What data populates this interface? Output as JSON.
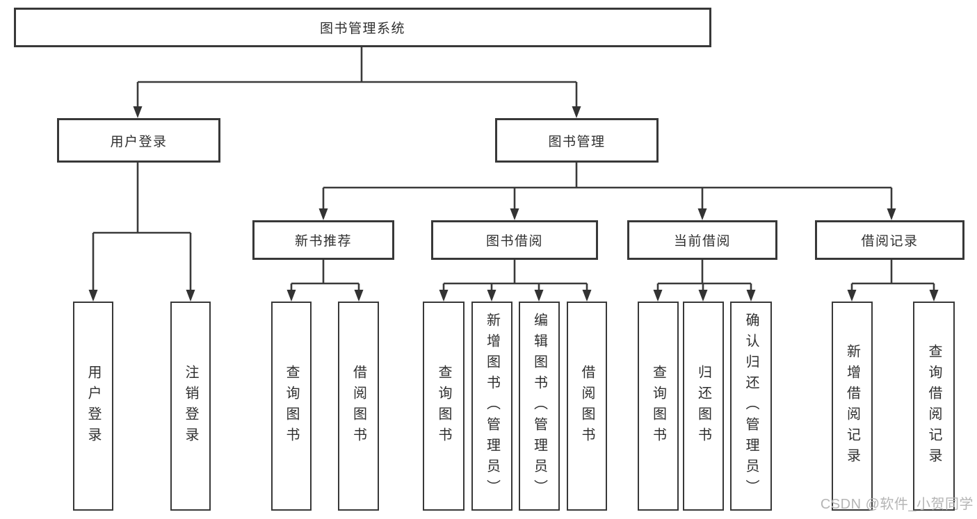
{
  "tree": {
    "root": {
      "label": "图书管理系统",
      "children": [
        {
          "label": "用户登录",
          "children": [
            {
              "label": "用户登录"
            },
            {
              "label": "注销登录"
            }
          ]
        },
        {
          "label": "图书管理",
          "children": [
            {
              "label": "新书推荐",
              "children": [
                {
                  "label": "查询图书"
                },
                {
                  "label": "借阅图书"
                }
              ]
            },
            {
              "label": "图书借阅",
              "children": [
                {
                  "label": "查询图书"
                },
                {
                  "label": "新增图书（管理员）"
                },
                {
                  "label": "编辑图书（管理员）"
                },
                {
                  "label": "借阅图书"
                }
              ]
            },
            {
              "label": "当前借阅",
              "children": [
                {
                  "label": "查询图书"
                },
                {
                  "label": "归还图书"
                },
                {
                  "label": "确认归还（管理员）"
                }
              ]
            },
            {
              "label": "借阅记录",
              "children": [
                {
                  "label": "新增借阅记录"
                },
                {
                  "label": "查询借阅记录"
                }
              ]
            }
          ]
        }
      ]
    }
  },
  "watermark": {
    "text": "CSDN @软件_小贺同学"
  },
  "colors": {
    "line": "#3a3a3a",
    "arrow": "#333333",
    "box_border": "#383838",
    "text": "#2f2f2f",
    "watermark": "#b5b5b5",
    "background": "#ffffff"
  }
}
